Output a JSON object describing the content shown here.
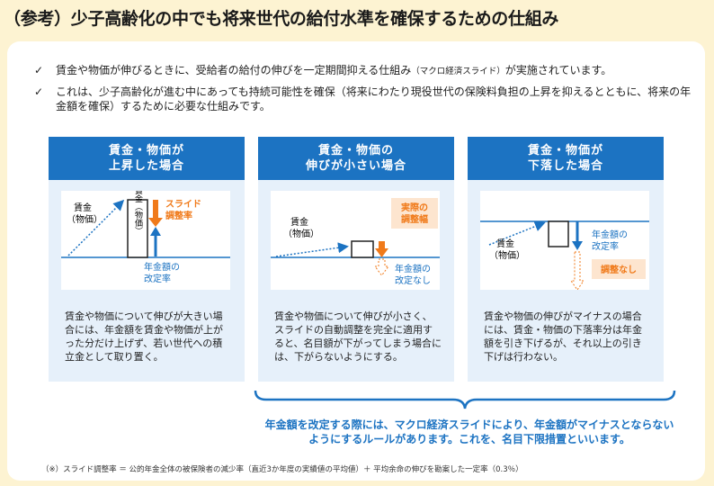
{
  "title": "（参考）少子高齢化の中でも将来世代の給付水準を確保するための仕組み",
  "bullets": [
    {
      "mark": "✓",
      "text": "賃金や物価が伸びるときに、受給者の給付の伸びを一定期間抑える仕組み",
      "small": "（マクロ経済スライド）",
      "tail": "が実施されています。"
    },
    {
      "mark": "✓",
      "text": "これは、少子高齢化が進む中にあっても持続可能性を確保（将来にわたり現役世代の保険料負担の上昇を抑えるとともに、将来の年金額を確保）するために必要な仕組みです。"
    }
  ],
  "columns": [
    {
      "head_line1": "賃金・物価が",
      "head_line2": "上昇した場合",
      "labels": {
        "wage": "賃金",
        "wage_sub": "（物価）",
        "box": "賃金（物価）",
        "slide": "スライド",
        "slide2": "調整率",
        "pension": "年金額の",
        "pension2": "改定率"
      },
      "desc": "賃金や物価について伸びが大きい場合には、年金額を賃金や物価が上がった分だけ上げず、若い世代への積立金として取り置く。"
    },
    {
      "head_line1": "賃金・物価の",
      "head_line2": "伸びが小さい場合",
      "labels": {
        "wage": "賃金",
        "wage_sub": "（物価）",
        "actual": "実際の",
        "actual2": "調整幅",
        "pension": "年金額の",
        "pension2": "改定なし"
      },
      "desc": "賃金や物価について伸びが小さく、スライドの自動調整を完全に適用すると、名目額が下がってしまう場合には、下がらないようにする。"
    },
    {
      "head_line1": "賃金・物価が",
      "head_line2": "下落した場合",
      "labels": {
        "wage": "賃金",
        "wage_sub": "（物価）",
        "pension": "年金額の",
        "pension2": "改定率",
        "none": "調整なし"
      },
      "desc": "賃金や物価の伸びがマイナスの場合には、賃金・物価の下落率分は年金額を引き下げるが、それ以上の引き下げは行わない。"
    }
  ],
  "note": "年金額を改定する際には、マクロ経済スライドにより、年金額がマイナスとならないようにするルールがあります。これを、名目下限措置といいます。",
  "footnote": "（※）スライド調整率 ＝ 公的年金全体の被保険者の減少率（直近3か年度の実績値の平均値）＋ 平均余命の伸びを勘案した一定率（0.3％）",
  "colors": {
    "blue": "#1c73c2",
    "orange": "#f07a1a",
    "light_blue": "#e6f0fa",
    "cream": "#fdf3d2"
  }
}
